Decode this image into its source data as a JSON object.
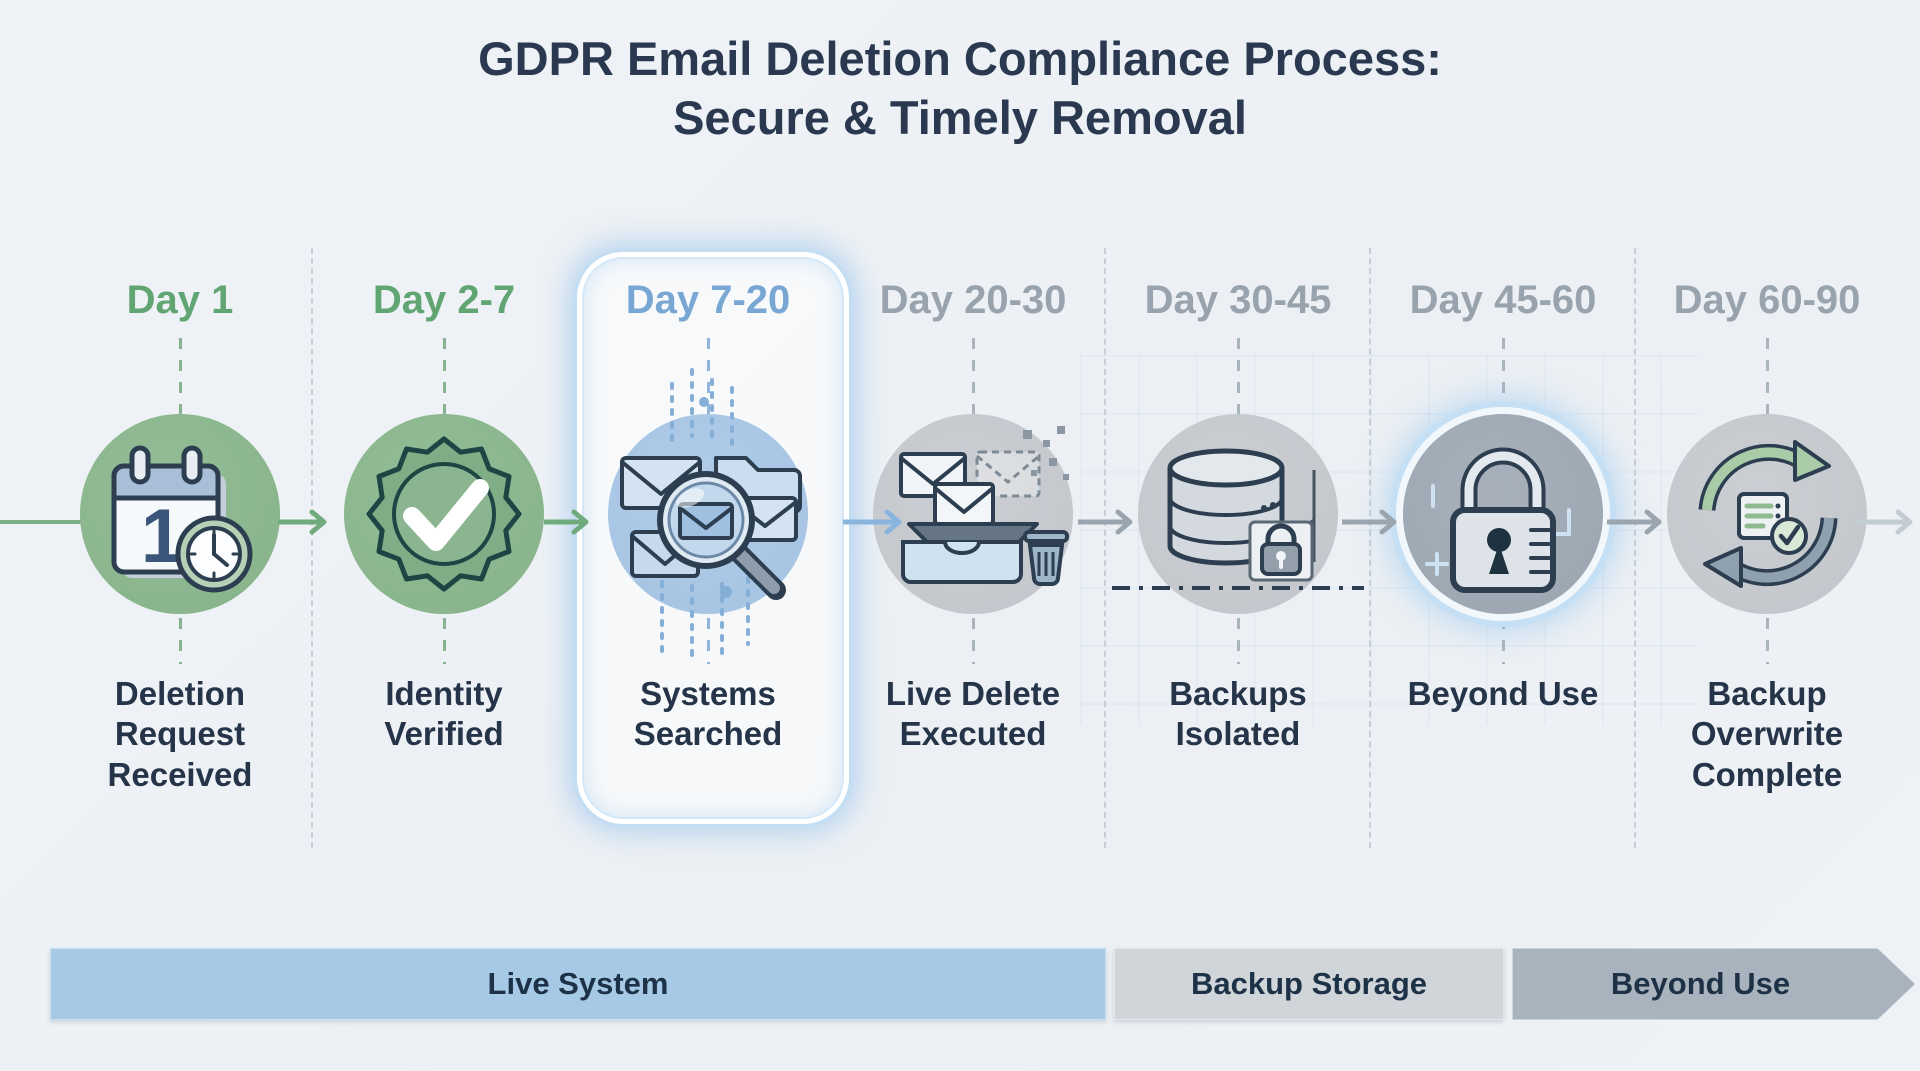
{
  "title": {
    "line1": "GDPR Email Deletion Compliance Process:",
    "line2": "Secure & Timely Removal"
  },
  "steps": [
    {
      "day": "Day 1",
      "caption": "Deletion Request Received",
      "icon": "calendar-clock-icon",
      "accent": "green",
      "highlighted": false
    },
    {
      "day": "Day 2-7",
      "caption": "Identity Verified",
      "icon": "verified-badge-icon",
      "accent": "green",
      "highlighted": false
    },
    {
      "day": "Day 7-20",
      "caption": "Systems Searched",
      "icon": "email-search-icon",
      "accent": "blue",
      "highlighted": true
    },
    {
      "day": "Day 20-30",
      "caption": "Live Delete Executed",
      "icon": "delete-tray-icon",
      "accent": "gray",
      "highlighted": false
    },
    {
      "day": "Day 30-45",
      "caption": "Backups Isolated",
      "icon": "database-lock-icon",
      "accent": "gray",
      "highlighted": false
    },
    {
      "day": "Day 45-60",
      "caption": "Beyond Use",
      "icon": "padlock-icon",
      "accent": "gray",
      "highlighted": false
    },
    {
      "day": "Day 60-90",
      "caption": "Backup Overwrite Complete",
      "icon": "overwrite-cycle-icon",
      "accent": "gray",
      "highlighted": false
    }
  ],
  "phase_bar": {
    "segments": [
      {
        "label": "Live System",
        "color": "#a6c9e6"
      },
      {
        "label": "Backup Storage",
        "color": "#d0d5da"
      },
      {
        "label": "Beyond Use",
        "color": "#a9b3bd"
      }
    ]
  },
  "colors": {
    "background": "#eef1f5",
    "title_text": "#2a3950",
    "green_accent": "#61a572",
    "blue_accent": "#79a7d4",
    "gray_accent": "#98a3ad",
    "caption_text": "#253448",
    "bar_text": "#1e3247",
    "highlight_glow": "#c3def2",
    "outline_dark": "#2c3e50"
  }
}
